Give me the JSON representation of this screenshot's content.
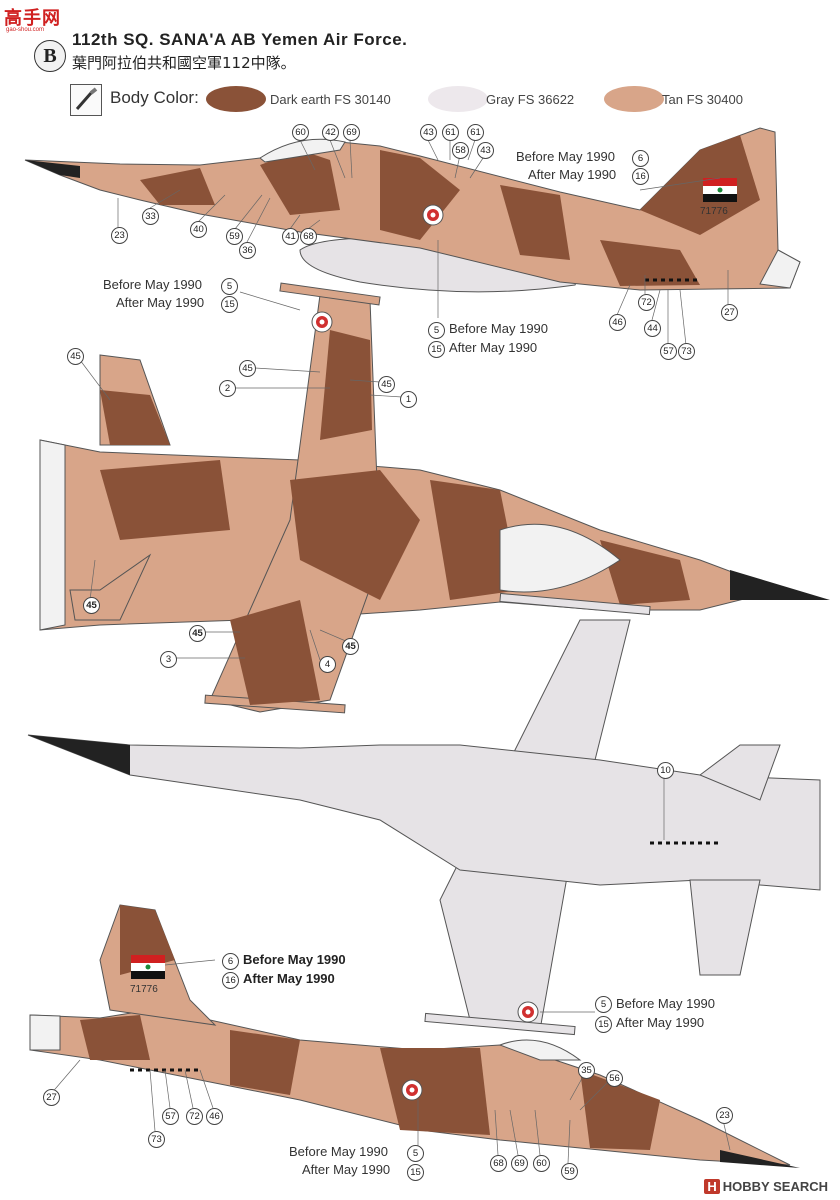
{
  "watermark": {
    "site_logo": "高手网",
    "site_url": "gao-shou.com"
  },
  "header": {
    "badge": "B",
    "title": "112th SQ. SANA'A AB Yemen Air Force.",
    "subtitle": "葉門阿拉伯共和國空軍112中隊。"
  },
  "body_color": {
    "label": "Body Color:",
    "swatches": [
      {
        "label": "Dark earth FS 30140",
        "color": "#8a5238"
      },
      {
        "label": "Gray FS 36622",
        "color": "#ede8ec"
      },
      {
        "label": "Tan FS 30400",
        "color": "#d8a589"
      }
    ]
  },
  "colors": {
    "dark_earth": "#8a5238",
    "tan": "#d8a589",
    "gray": "#e6e3e6",
    "line": "#555555"
  },
  "serial": "71776",
  "notes": {
    "before_may_1990": "Before May 1990",
    "after_may_1990": "After May 1990"
  },
  "views": {
    "left_side": {
      "callouts": [
        "60",
        "42",
        "69",
        "43",
        "61",
        "58",
        "61",
        "43",
        "6",
        "16",
        "33",
        "40",
        "59",
        "36",
        "41",
        "68",
        "23",
        "72",
        "46",
        "44",
        "57",
        "73",
        "27"
      ]
    },
    "top": {
      "callouts": [
        "5",
        "15",
        "45",
        "45",
        "2",
        "45",
        "1",
        "5",
        "15",
        "45",
        "45",
        "3",
        "4",
        "45"
      ]
    },
    "bottom": {
      "callouts": [
        "10"
      ]
    },
    "right_side": {
      "callouts": [
        "6",
        "16",
        "5",
        "15",
        "27",
        "57",
        "72",
        "46",
        "73",
        "35",
        "56",
        "23",
        "5",
        "15",
        "68",
        "69",
        "60",
        "59"
      ]
    }
  },
  "footer": {
    "brand_mark": "H",
    "brand": "HOBBY SEARCH"
  }
}
